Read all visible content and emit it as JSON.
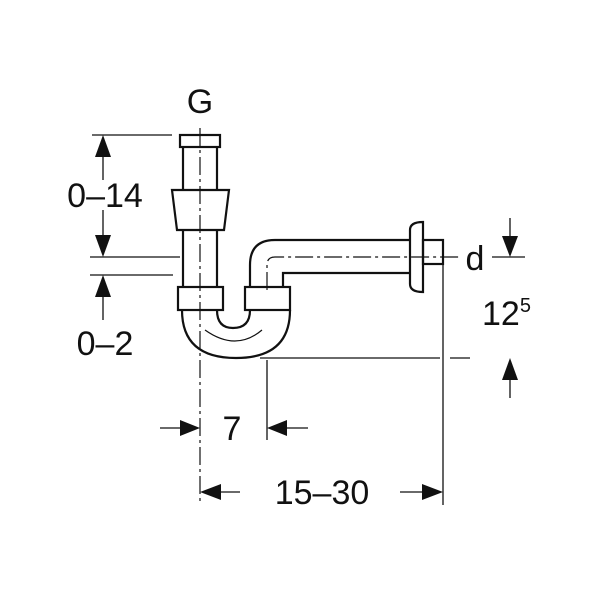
{
  "title": "Siphon dimension drawing",
  "labels": {
    "thread": "G",
    "height_adjust": "0–14",
    "offset": "0–2",
    "diameter": "d",
    "drop_main": "12",
    "drop_sup": "5",
    "spacing": "7",
    "length": "15–30"
  },
  "colors": {
    "line": "#111111",
    "background": "#ffffff"
  }
}
